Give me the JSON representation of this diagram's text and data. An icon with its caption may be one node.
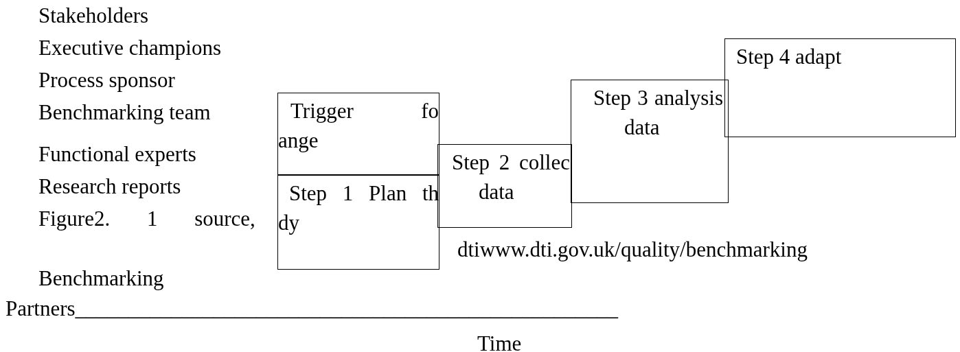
{
  "diagram": {
    "nodes": [
      {
        "text": [
          "Trigger fo ange"
        ]
      },
      {
        "text": [
          "Step 1 Plan th dy"
        ]
      },
      {
        "text": [
          "Step 2 collec data"
        ]
      },
      {
        "text": [
          "Step 3 analysis data"
        ]
      },
      {
        "text": [
          "Step 4 adapt"
        ]
      }
    ],
    "labels": [
      "Stakeholders",
      "Executive champions",
      "Process sponsor",
      "Benchmarking team",
      "Functional experts",
      "Research reports",
      "Figure2. 1 source,",
      "dtiwww.dti.gov.uk/quality/benchmarking",
      "Benchmarking Partners___________________________________________________",
      "Time"
    ]
  }
}
